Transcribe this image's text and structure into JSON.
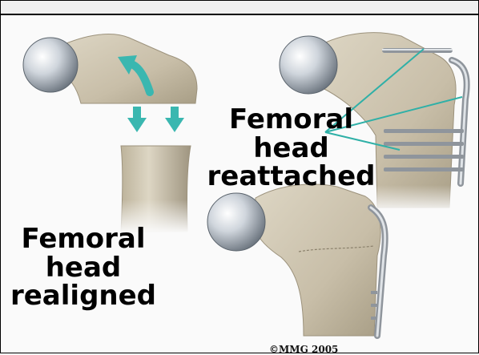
{
  "labels": {
    "realigned": [
      "Femoral",
      "head",
      "realigned"
    ],
    "reattached": [
      "Femoral",
      "head",
      "reattached"
    ]
  },
  "copyright": "©MMG 2005",
  "colors": {
    "bone": "#cfc6b2",
    "bone_shadow": "#a99f88",
    "metal": "#d9dde2",
    "arrow": "#3ab7b0",
    "leader": "#2fb0a7",
    "hardware": "#8f959c"
  }
}
